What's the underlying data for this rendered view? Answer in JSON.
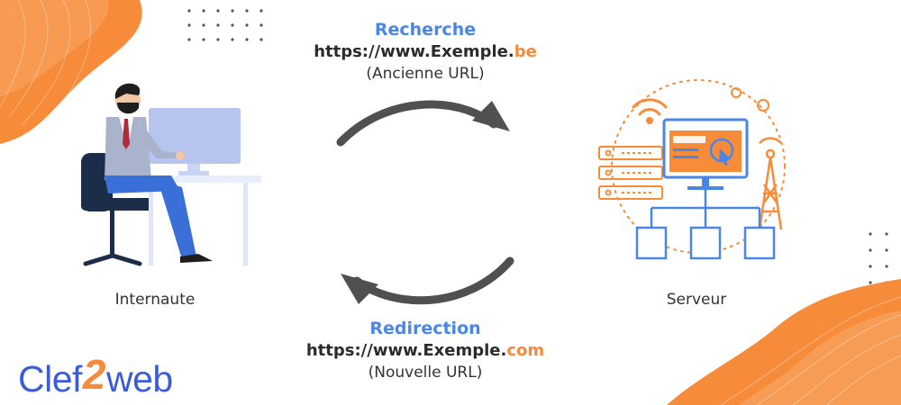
{
  "colors": {
    "accent_blue": "#4a86e8",
    "accent_orange": "#f68b3a",
    "arrow_gray": "#505050",
    "logo_blue": "#3b5bdb",
    "logo_orange": "#f68b3a"
  },
  "request": {
    "title": "Recherche",
    "url_main": "https://www.Exemple.",
    "url_tld": "be",
    "note": "(Ancienne URL)"
  },
  "redirect": {
    "title": "Redirection",
    "url_main": "https://www.Exemple.",
    "url_tld": "com",
    "note": "(Nouvelle URL)"
  },
  "actors": {
    "client": {
      "label": "Internaute",
      "icon": "user-at-computer-icon"
    },
    "server": {
      "label": "Serveur",
      "icon": "server-network-icon"
    }
  },
  "arrows": {
    "top": {
      "icon": "curved-arrow-right-icon"
    },
    "bottom": {
      "icon": "curved-arrow-left-icon"
    }
  },
  "logo": {
    "part1": "Clef",
    "part2": "2",
    "part3": "web"
  }
}
